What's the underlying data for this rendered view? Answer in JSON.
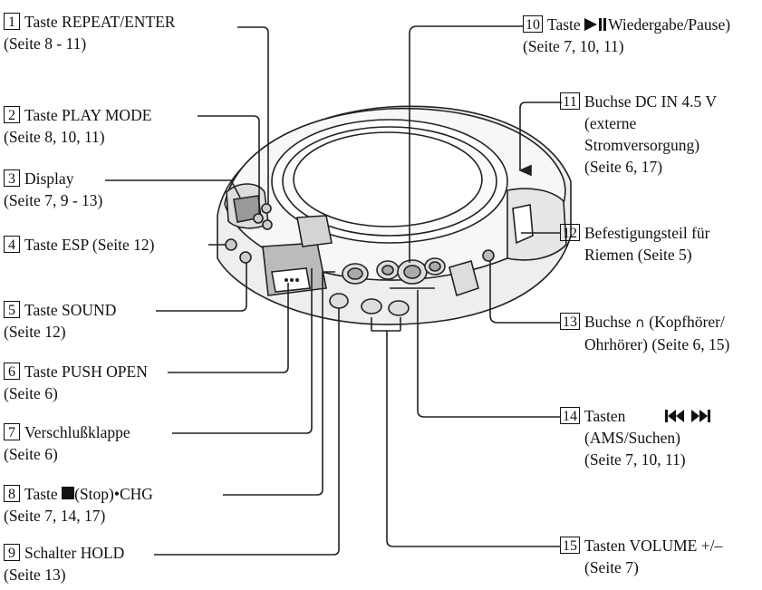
{
  "labels": [
    {
      "num": "1",
      "text": "Taste REPEAT/ENTER",
      "ref": "(Seite 8 - 11)"
    },
    {
      "num": "2",
      "text": "Taste PLAY MODE",
      "ref": "(Seite 8, 10, 11)"
    },
    {
      "num": "3",
      "text": "Display",
      "ref": "(Seite 7, 9 - 13)"
    },
    {
      "num": "4",
      "text": "Taste ESP (Seite 12)",
      "ref": ""
    },
    {
      "num": "5",
      "text": "Taste SOUND",
      "ref": "(Seite 12)"
    },
    {
      "num": "6",
      "text": "Taste PUSH OPEN",
      "ref": "(Seite 6)"
    },
    {
      "num": "7",
      "text": "Verschlußklappe",
      "ref": "(Seite 6)"
    },
    {
      "num": "8",
      "text_before": "Taste ",
      "text_after": "(Stop)•CHG",
      "ref": "(Seite 7, 14, 17)"
    },
    {
      "num": "9",
      "text": "Schalter HOLD",
      "ref": "(Seite 13)"
    },
    {
      "num": "10",
      "text_before": "Taste ",
      "text_after": "Wiedergabe/Pause)",
      "ref": "(Seite 7, 10, 11)"
    },
    {
      "num": "11",
      "text": "Buchse DC IN 4.5 V",
      "lines": [
        "(externe",
        "Stromversorgung)",
        "(Seite 6, 17)"
      ]
    },
    {
      "num": "12",
      "text": "Befestigungsteil für",
      "ref": "Riemen (Seite 5)"
    },
    {
      "num": "13",
      "text_before": "Buchse ",
      "text_after": " (Kopfhörer/",
      "ref": "Ohrhörer) (Seite 6, 15)"
    },
    {
      "num": "14",
      "text": "Tasten",
      "lines": [
        "(AMS/Suchen)",
        "(Seite 7, 10, 11)"
      ]
    },
    {
      "num": "15",
      "text": "Tasten VOLUME +/–",
      "ref": "(Seite 7)"
    }
  ],
  "icons": {
    "stop": "stop-square-icon",
    "play_pause": "play-pause-icon",
    "headphones": "headphones-icon",
    "ams": "ams-search-icon"
  }
}
